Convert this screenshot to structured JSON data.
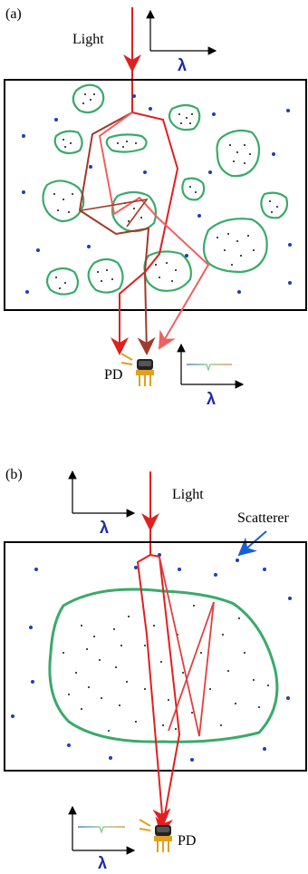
{
  "panel_a": {
    "tag": "(a)",
    "light_label": "Light",
    "lambda_top": "λ",
    "pd_label": "PD",
    "lambda_bottom": "λ"
  },
  "panel_b": {
    "tag": "(b)",
    "light_label": "Light",
    "scatterer_label": "Scatterer",
    "lambda_top": "λ",
    "pd_label": "PD",
    "lambda_bottom": "λ"
  },
  "colors": {
    "box": "#000000",
    "blob": "#3aaa6a",
    "dot": "#1f3fb8",
    "ray_red": "#e02020",
    "ray_brown": "#a03a2a",
    "ray_pink": "#f06060",
    "arrow_blue": "#1a5fd0",
    "pd_gold": "#e0a020",
    "lambda": "#1a2aa8"
  },
  "icons": [
    "photodetector-icon",
    "light-arrow-icon",
    "spectrum-icon"
  ]
}
